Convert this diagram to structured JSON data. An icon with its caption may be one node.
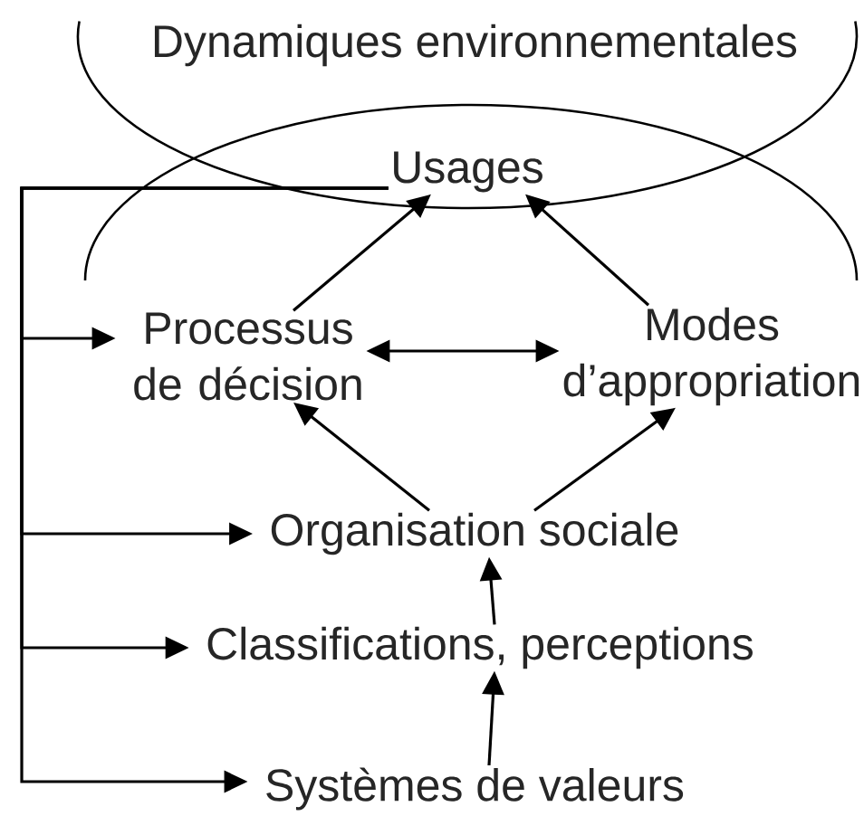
{
  "diagram": {
    "nodes": [
      {
        "text": [
          "Dynamiques environnementales"
        ]
      },
      {
        "text": [
          "Usages"
        ]
      },
      {
        "text": [
          "Processus de décision"
        ]
      },
      {
        "text": [
          "Modes d’appropriation"
        ]
      },
      {
        "text": [
          "Organisation sociale"
        ]
      },
      {
        "text": [
          "Classifications, perceptions"
        ]
      },
      {
        "text": [
          "Systèmes de valeurs"
        ]
      }
    ],
    "edges": [
      {
        "from": 2,
        "to": 1,
        "arrow": "to"
      },
      {
        "from": 3,
        "to": 1,
        "arrow": "to"
      },
      {
        "from": 2,
        "to": 3,
        "arrow": "both"
      },
      {
        "from": 4,
        "to": 2,
        "arrow": "to"
      },
      {
        "from": 4,
        "to": 3,
        "arrow": "to"
      },
      {
        "from": 5,
        "to": 4,
        "arrow": "to"
      },
      {
        "from": 6,
        "to": 5,
        "arrow": "to"
      },
      {
        "from": 1,
        "to": 2,
        "arrow": "to"
      },
      {
        "from": 1,
        "to": 4,
        "arrow": "to"
      },
      {
        "from": 1,
        "to": 5,
        "arrow": "to"
      },
      {
        "from": 1,
        "to": 6,
        "arrow": "to"
      }
    ]
  }
}
